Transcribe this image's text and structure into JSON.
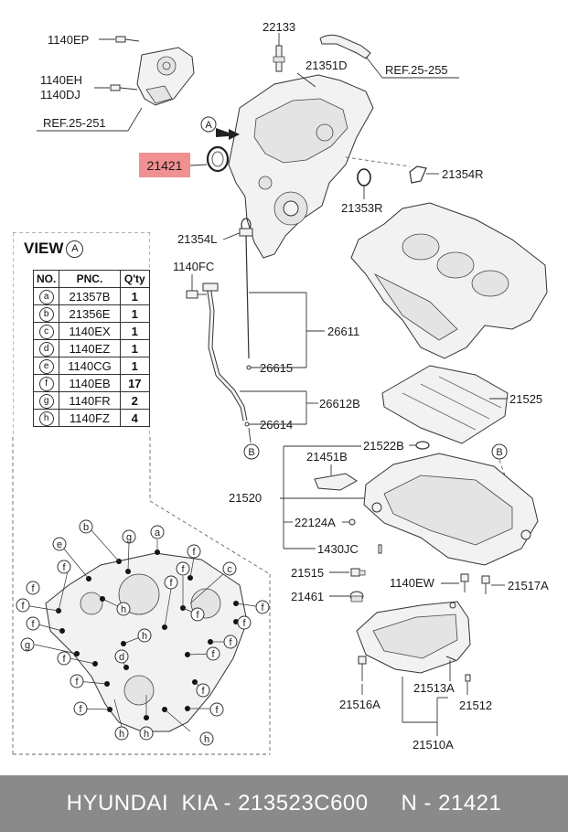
{
  "callouts": {
    "c1140EP": "1140EP",
    "c1140EH": "1140EH",
    "c1140DJ": "1140DJ",
    "ref25251": "REF.25-251",
    "c22133": "22133",
    "c21351D": "21351D",
    "ref25255": "REF.25-255",
    "viewA_marker": "A",
    "c21421": "21421",
    "c21354R": "21354R",
    "c21353R": "21353R",
    "c21354L": "21354L",
    "c1140FC": "1140FC",
    "c26611": "26611",
    "c26615": "26615",
    "c26612B": "26612B",
    "c26614": "26614",
    "markerB1": "B",
    "c21525": "21525",
    "c21522B": "21522B",
    "c21451B": "21451B",
    "markerB2": "B",
    "c21520": "21520",
    "c22124A": "22124A",
    "c1430JC": "1430JC",
    "c21515": "21515",
    "c1140EW": "1140EW",
    "c21517A": "21517A",
    "c21461": "21461",
    "c21516A": "21516A",
    "c21513A": "21513A",
    "c21512": "21512",
    "c21510A": "21510A"
  },
  "view": {
    "title": "VIEW",
    "title_marker": "A",
    "headers": [
      "NO.",
      "PNC.",
      "Q'ty"
    ],
    "rows": [
      {
        "no": "a",
        "pnc": "21357B",
        "qty": "1"
      },
      {
        "no": "b",
        "pnc": "21356E",
        "qty": "1"
      },
      {
        "no": "c",
        "pnc": "1140EX",
        "qty": "1"
      },
      {
        "no": "d",
        "pnc": "1140EZ",
        "qty": "1"
      },
      {
        "no": "e",
        "pnc": "1140CG",
        "qty": "1"
      },
      {
        "no": "f",
        "pnc": "1140EB",
        "qty": "17"
      },
      {
        "no": "g",
        "pnc": "1140FR",
        "qty": "2"
      },
      {
        "no": "h",
        "pnc": "1140FZ",
        "qty": "4"
      }
    ]
  },
  "view_letters": {
    "a": "a",
    "b": "b",
    "c": "c",
    "d": "d",
    "e": "e",
    "f": "f",
    "g": "g",
    "h": "h"
  },
  "highlight_color": "#f08a8a",
  "footer": {
    "text": "HYUNDAI  KIA - 213523C600     N - 21421"
  }
}
